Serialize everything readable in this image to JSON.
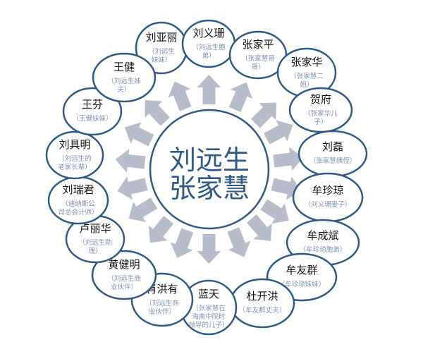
{
  "center": {
    "line1": "刘远生",
    "line2": "张家慧"
  },
  "colors": {
    "outline": "#2f5a87",
    "arrow": "#b7bdca",
    "note": "#7f8fb3"
  },
  "people": [
    {
      "name": "刘亚丽",
      "note_lines": [
        "（刘远生",
        "妹妹）"
      ]
    },
    {
      "name": "刘义珊",
      "note_lines": [
        "（刘远生胞",
        "弟）"
      ]
    },
    {
      "name": "张家平",
      "note_lines": [
        "（张家慧哥",
        "哥）"
      ]
    },
    {
      "name": "张家华",
      "note_lines": [
        "（张家慧二",
        "姐）"
      ]
    },
    {
      "name": "贺府",
      "note_lines": [
        "（张家华儿",
        "子）"
      ]
    },
    {
      "name": "刘磊",
      "note_lines": [
        "（张家慧姨侄）"
      ]
    },
    {
      "name": "牟珍琼",
      "note_lines": [
        "（刘义珊妻子）"
      ]
    },
    {
      "name": "牟成斌",
      "note_lines": [
        "（牟珍琼胞弟）"
      ]
    },
    {
      "name": "牟友群",
      "note_lines": [
        "（牟珍琼妹妹）"
      ]
    },
    {
      "name": "杜开洪",
      "note_lines": [
        "（牟友群丈夫）"
      ]
    },
    {
      "name": "蓝天",
      "note_lines": [
        "（张家慧在",
        "海南中院时",
        "领导的儿子）"
      ]
    },
    {
      "name": "肖洪有",
      "note_lines": [
        "（刘远生商",
        "业伙伴）"
      ]
    },
    {
      "name": "黄健明",
      "note_lines": [
        "（刘远生商",
        "业伙伴）"
      ]
    },
    {
      "name": "卢丽华",
      "note_lines": [
        "（刘远生助",
        "理）"
      ]
    },
    {
      "name": "刘瑞君",
      "note_lines": [
        "（迪纳斯公",
        "司总会计师）"
      ]
    },
    {
      "name": "刘具明",
      "note_lines": [
        "（刘远生的",
        "老家长辈）"
      ]
    },
    {
      "name": "王芬",
      "note_lines": [
        "（王健妹妹）"
      ]
    },
    {
      "name": "王健",
      "note_lines": [
        "（刘远生妹",
        "夫）"
      ]
    }
  ]
}
